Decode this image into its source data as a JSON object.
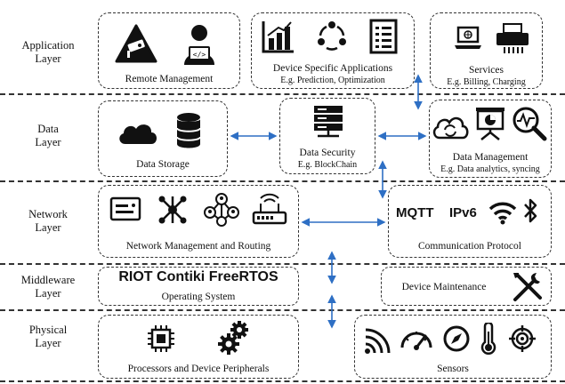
{
  "layers": [
    {
      "label": "Application\nLayer"
    },
    {
      "label": "Data\nLayer"
    },
    {
      "label": "Network\nLayer"
    },
    {
      "label": "Middleware\nLayer"
    },
    {
      "label": "Physical\nLayer"
    }
  ],
  "application": {
    "remote": "Remote Management",
    "device_apps": "Device Specific Applications",
    "device_apps_sub": "E.g. Prediction, Optimization",
    "services": "Services",
    "services_sub": "E.g. Billing, Charging"
  },
  "data": {
    "storage": "Data Storage",
    "security": "Data Security",
    "security_sub": "E.g. BlockChain",
    "management": "Data Management",
    "management_sub": "E.g. Data analytics, syncing"
  },
  "network": {
    "routing": "Network Management and Routing",
    "comm": "Communication Protocol",
    "mqtt": "MQTT",
    "ipv6": "IPv6"
  },
  "middleware": {
    "os_names": "RIOT Contiki FreeRTOS",
    "os": "Operating System",
    "maintenance": "Device Maintenance"
  },
  "physical": {
    "processors": "Processors and Device Peripherals",
    "sensors": "Sensors"
  },
  "colors": {
    "arrow": "#2e6fc4",
    "ink": "#111111"
  }
}
